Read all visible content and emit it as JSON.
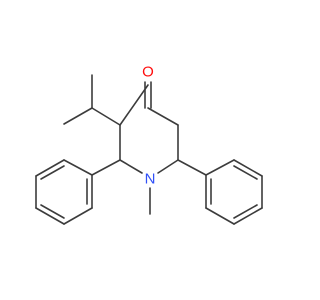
{
  "molecule": {
    "atoms": [
      {
        "id": "O",
        "label": "O",
        "color": "#ff0d0d"
      },
      {
        "id": "N",
        "label": "N",
        "color": "#3050f8"
      }
    ],
    "bond_color": "#3c3c3c"
  }
}
